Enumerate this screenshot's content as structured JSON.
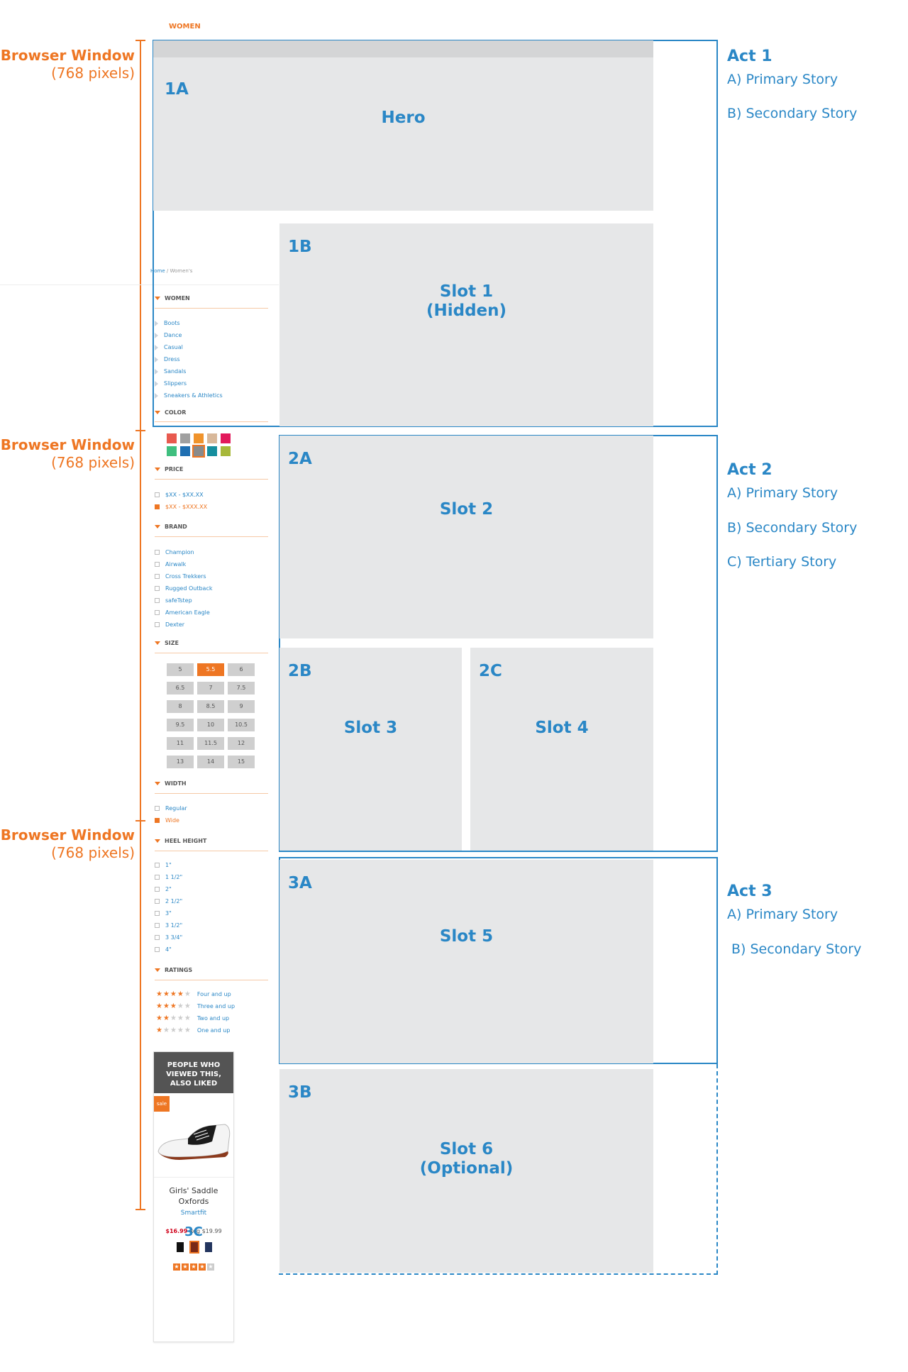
{
  "top_tab": "WOMEN",
  "browser_window": {
    "title": "Browser Window",
    "subtitle": "(768 pixels)"
  },
  "acts": [
    {
      "title": "Act 1",
      "stories": [
        "A) Primary Story",
        "B) Secondary Story"
      ]
    },
    {
      "title": "Act 2",
      "stories": [
        "A) Primary Story",
        "B) Secondary Story",
        "C) Tertiary Story"
      ]
    },
    {
      "title": "Act 3",
      "stories": [
        "A) Primary Story",
        "B) Secondary Story"
      ]
    }
  ],
  "blocks": {
    "b1a": {
      "code": "1A",
      "label": "Hero"
    },
    "b1b": {
      "code": "1B",
      "label1": "Slot 1",
      "label2": "(Hidden)"
    },
    "b2a": {
      "code": "2A",
      "label": "Slot 2"
    },
    "b2b": {
      "code": "2B",
      "label": "Slot 3"
    },
    "b2c": {
      "code": "2C",
      "label": "Slot 4"
    },
    "b3a": {
      "code": "3A",
      "label": "Slot 5"
    },
    "b3b": {
      "code": "3B",
      "label1": "Slot 6",
      "label2": "(Optional)"
    },
    "b3c": {
      "code": "3C"
    }
  },
  "sidebar": {
    "breadcrumb": {
      "home": "Home",
      "sep": " / ",
      "current": "Women's"
    },
    "women": {
      "heading": "WOMEN",
      "items": [
        "Boots",
        "Dance",
        "Casual",
        "Dress",
        "Sandals",
        "Slippers",
        "Sneakers & Athletics"
      ]
    },
    "color": {
      "heading": "COLOR",
      "swatches": [
        "#e85a4f",
        "#a0a0a0",
        "#f0932b",
        "#d8b89a",
        "#e2195b",
        "#3fbf7f",
        "#1f6fb2",
        "#8a8a8a",
        "#168e9e",
        "#a7b83a"
      ],
      "selected_index": 7
    },
    "price": {
      "heading": "PRICE",
      "options": [
        {
          "label": "$XX - $XX.XX",
          "checked": false
        },
        {
          "label": "$XX - $XXX.XX",
          "checked": true
        }
      ]
    },
    "brand": {
      "heading": "BRAND",
      "options": [
        "Champion",
        "Airwalk",
        "Cross Trekkers",
        "Rugged Outback",
        "safeTstep",
        "American Eagle",
        "Dexter"
      ]
    },
    "size": {
      "heading": "SIZE",
      "options": [
        "5",
        "5.5",
        "6",
        "6.5",
        "7",
        "7.5",
        "8",
        "8.5",
        "9",
        "9.5",
        "10",
        "10.5",
        "11",
        "11.5",
        "12",
        "13",
        "14",
        "15"
      ],
      "selected": "5.5"
    },
    "width": {
      "heading": "WIDTH",
      "options": [
        {
          "label": "Regular",
          "checked": false
        },
        {
          "label": "Wide",
          "checked": true
        }
      ]
    },
    "heel": {
      "heading": "HEEL HEIGHT",
      "options": [
        "1\"",
        "1 1/2\"",
        "2\"",
        "2 1/2\"",
        "3\"",
        "3 1/2\"",
        "3 3/4\"",
        "4\""
      ]
    },
    "ratings": {
      "heading": "RATINGS",
      "options": [
        {
          "stars": 4,
          "label": "Four and up"
        },
        {
          "stars": 3,
          "label": "Three and up"
        },
        {
          "stars": 2,
          "label": "Two and up"
        },
        {
          "stars": 1,
          "label": "One and up"
        }
      ]
    }
  },
  "recommend": {
    "header_lines": [
      "PEOPLE WHO",
      "VIEWED THIS,",
      "ALSO LIKED"
    ],
    "badge": "sale",
    "product_name_lines": [
      "Girls' Saddle",
      "Oxfords"
    ],
    "brand": "Smartfit",
    "sale_price": "$16.99",
    "reg_price": "Reg $19.99",
    "colors": [
      "#111111",
      "#7a2a18",
      "#23355e"
    ],
    "rating": 4
  }
}
